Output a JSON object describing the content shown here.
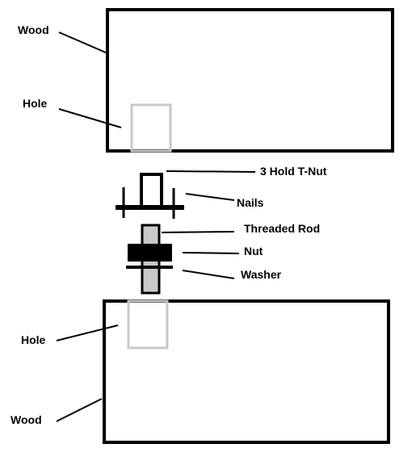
{
  "labels": {
    "wood_top": "Wood",
    "hole_top": "Hole",
    "tnut": "3 Hold T-Nut",
    "nails": "Nails",
    "threaded_rod": "Threaded Rod",
    "nut": "Nut",
    "washer": "Washer",
    "hole_bottom": "Hole",
    "wood_bottom": "Wood"
  },
  "colors": {
    "outline": "#000000",
    "hole": "#c8c8c8",
    "rod_fill": "#c8c8c8",
    "background": "#ffffff"
  }
}
